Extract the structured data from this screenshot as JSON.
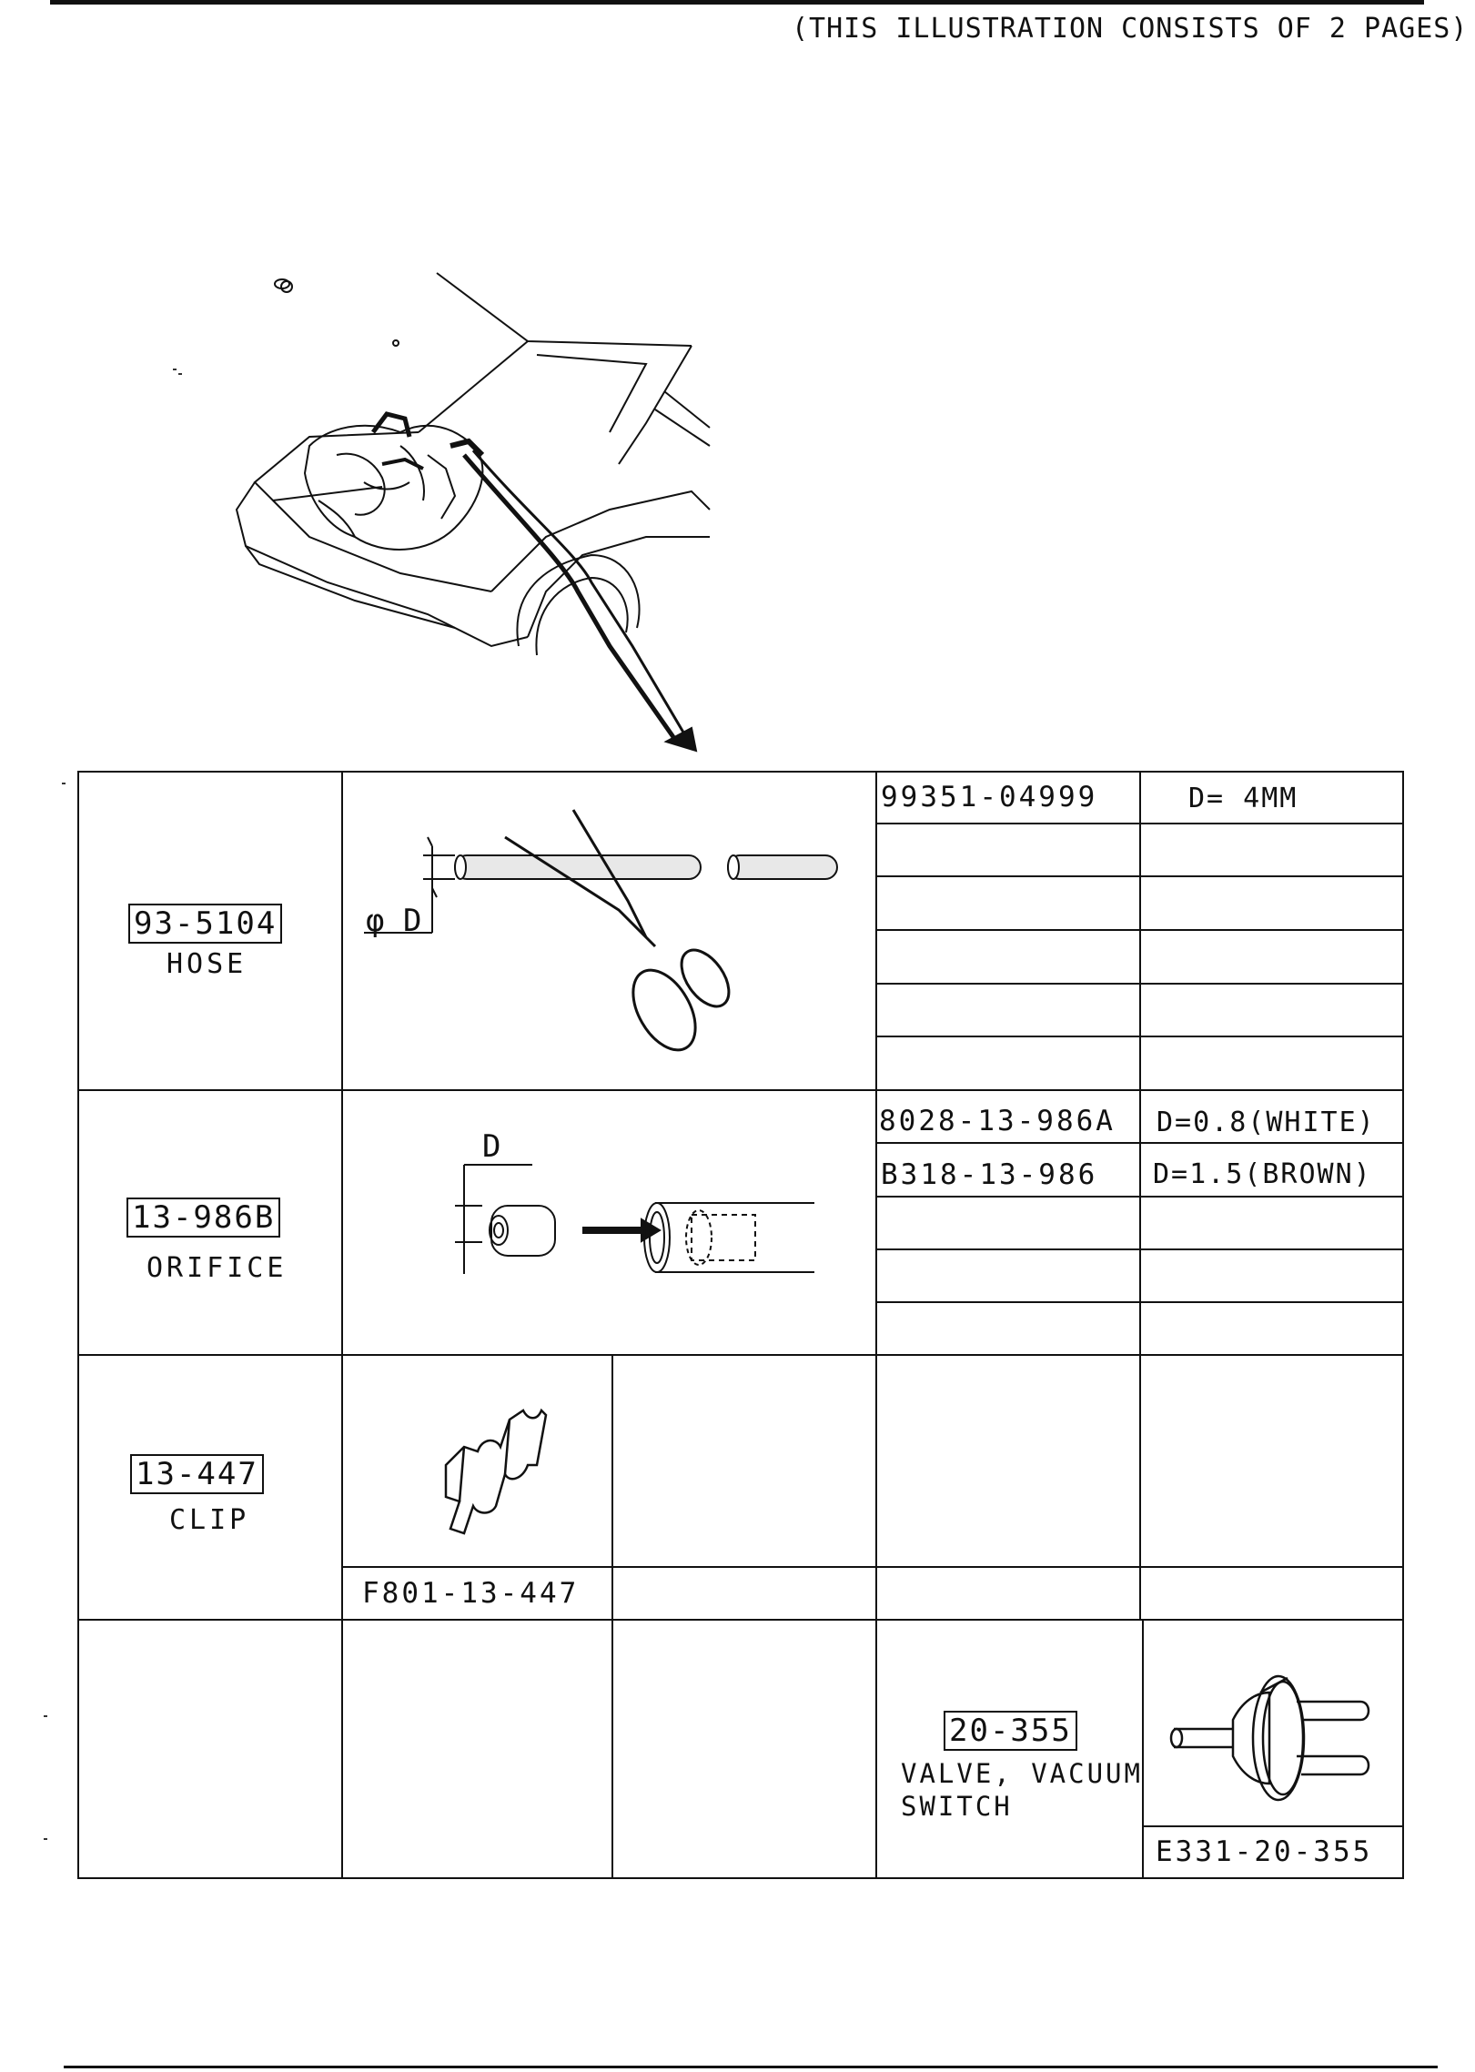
{
  "header": {
    "note": "(THIS ILLUSTRATION CONSISTS OF  2 PAGES)"
  },
  "rows": {
    "hose": {
      "code": "93-5104",
      "name": "HOSE",
      "dimension_label": "φ D",
      "parts": [
        {
          "number": "99351-04999",
          "spec": "D= 4MM"
        }
      ]
    },
    "orifice": {
      "code": "13-986B",
      "name": "ORIFICE",
      "dimension_label": "D",
      "parts": [
        {
          "number": "8028-13-986A",
          "spec": "D=0.8(WHITE)"
        },
        {
          "number": "B318-13-986",
          "spec": "D=1.5(BROWN)"
        }
      ]
    },
    "clip": {
      "code": "13-447",
      "name": "CLIP",
      "part_number": "F801-13-447"
    },
    "valve": {
      "code": "20-355",
      "name_line1": "VALVE, VACUUM",
      "name_line2": "SWITCH",
      "part_number": "E331-20-355"
    }
  }
}
